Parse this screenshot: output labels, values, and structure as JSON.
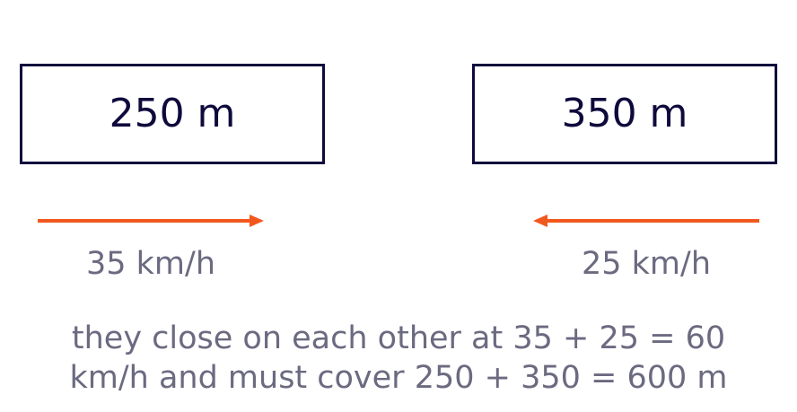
{
  "trains": [
    {
      "length_label": "250 m",
      "speed_label": "35 km/h",
      "direction": "right"
    },
    {
      "length_label": "350 m",
      "speed_label": "25 km/h",
      "direction": "left"
    }
  ],
  "caption": {
    "line1": "they close on each other at 35 + 25 = 60",
    "line2": "km/h and must cover 250 + 350 = 600 m"
  },
  "colors": {
    "box_border": "#0f0a3c",
    "arrow": "#f2581e",
    "label_text": "#6b6a80"
  }
}
